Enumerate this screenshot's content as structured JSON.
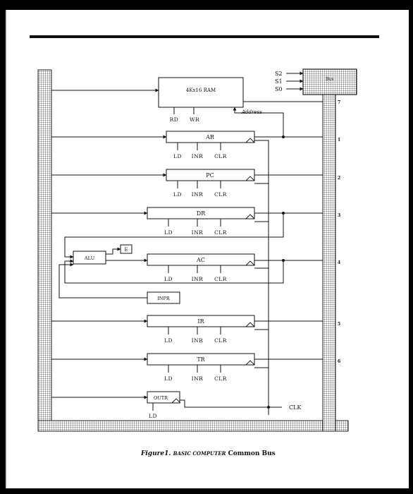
{
  "figure": {
    "caption_prefix": "Figure1.",
    "caption_italic": "BASIC COMPUTER",
    "caption_rest": " Common Bus"
  },
  "memory": {
    "label": "4Kx16 RAM",
    "controls": [
      "RD",
      "WR"
    ],
    "address_label": "Address"
  },
  "selects": [
    "S2",
    "S1",
    "S0"
  ],
  "bus_label": "Bus",
  "bus_numbers": [
    "7",
    "1",
    "2",
    "3",
    "4",
    "5",
    "6"
  ],
  "registers": [
    {
      "name": "AR",
      "controls": [
        "LD",
        "INR",
        "CLR"
      ]
    },
    {
      "name": "PC",
      "controls": [
        "LD",
        "INR",
        "CLR"
      ]
    },
    {
      "name": "DR",
      "controls": [
        "LD",
        "INR",
        "CLR"
      ]
    },
    {
      "name": "AC",
      "controls": [
        "LD",
        "INR",
        "CLR"
      ]
    },
    {
      "name": "IR",
      "controls": [
        "LD",
        "INR",
        "CLR"
      ]
    },
    {
      "name": "TR",
      "controls": [
        "LD",
        "INR",
        "CLR"
      ]
    }
  ],
  "alu_label": "ALU",
  "e_label": "E",
  "inpr_label": "INPR",
  "outr": {
    "name": "OUTR",
    "control": "LD"
  },
  "clock_label": "CLK"
}
